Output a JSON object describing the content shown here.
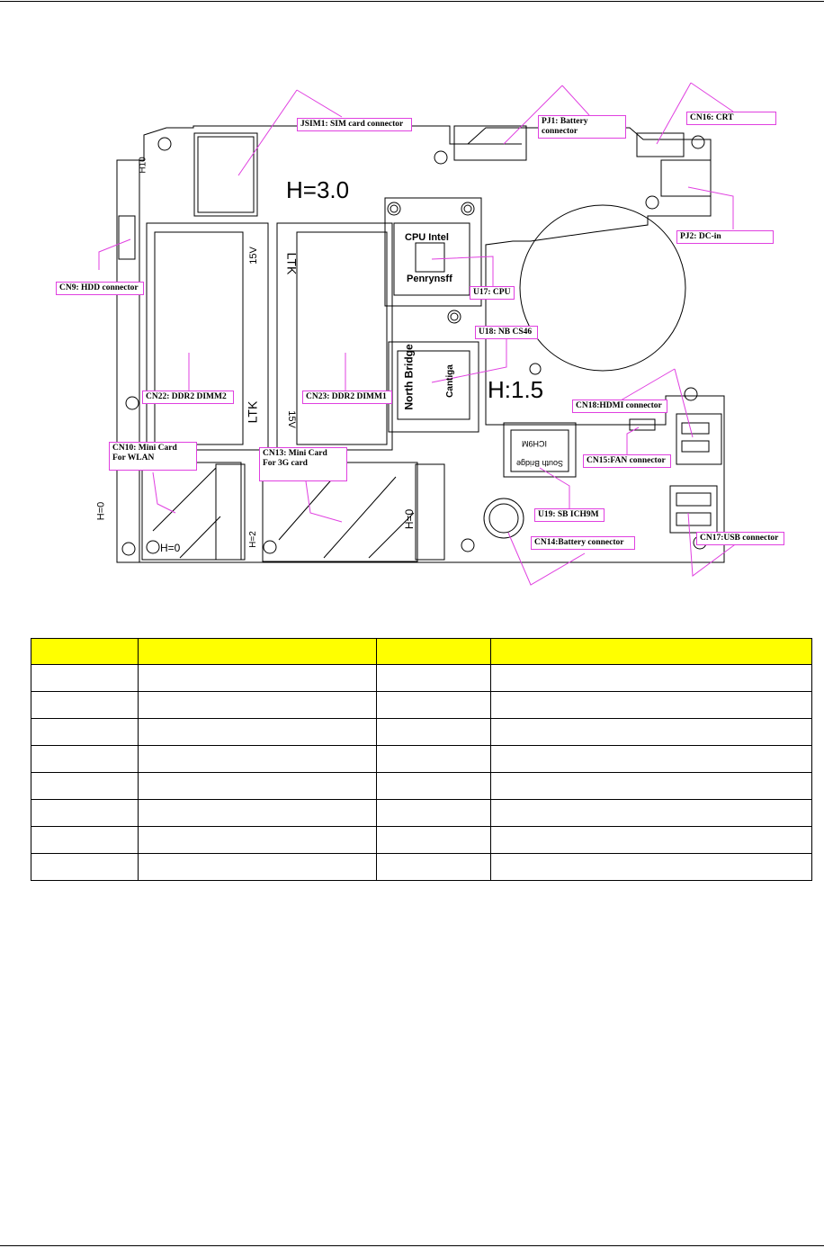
{
  "callouts": {
    "jsim1": "JSIM1: SIM card connector",
    "pj1": "PJ1: Battery\nconnector",
    "cn16": "CN16: CRT",
    "pj2": "PJ2: DC-in",
    "cn9": "CN9: HDD connector",
    "u17": "U17: CPU",
    "u18": "U18: NB CS46",
    "cn22": "CN22: DDR2 DIMM2",
    "cn23": "CN23: DDR2 DIMM1",
    "cn18": "CN18:HDMI connector",
    "cn10": "CN10: Mini Card\nFor WLAN",
    "cn13": "CN13: Mini Card\nFor 3G card",
    "cn15": "CN15:FAN connector",
    "u19": "U19: SB ICH9M",
    "cn14": "CN14:Battery connector",
    "cn17": "CN17:USB connector"
  },
  "silkscreen": {
    "h30": "H=3.0",
    "h15": "H:1.5",
    "cpu_intel": "CPU Intel",
    "penryn": "Penrynsff",
    "north_bridge": "North Bridge",
    "cantiga": "Cantiga",
    "south_bridge": "South Bridge",
    "ich9m": "ICH9M",
    "ltk": "LTK",
    "v15": "15V",
    "h0": "H=0",
    "h10": "H10",
    "h2": "H=2"
  },
  "table": {
    "header": [
      "",
      "",
      "",
      ""
    ],
    "rows": [
      [
        "",
        "",
        "",
        ""
      ],
      [
        "",
        "",
        "",
        ""
      ],
      [
        "",
        "",
        "",
        ""
      ],
      [
        "",
        "",
        "",
        ""
      ],
      [
        "",
        "",
        "",
        ""
      ],
      [
        "",
        "",
        "",
        ""
      ],
      [
        "",
        "",
        "",
        ""
      ],
      [
        "",
        "",
        "",
        ""
      ]
    ]
  },
  "colors": {
    "callout_border": "#e040e0",
    "leader_line": "#e040e0",
    "header_fill": "#ffff00"
  }
}
